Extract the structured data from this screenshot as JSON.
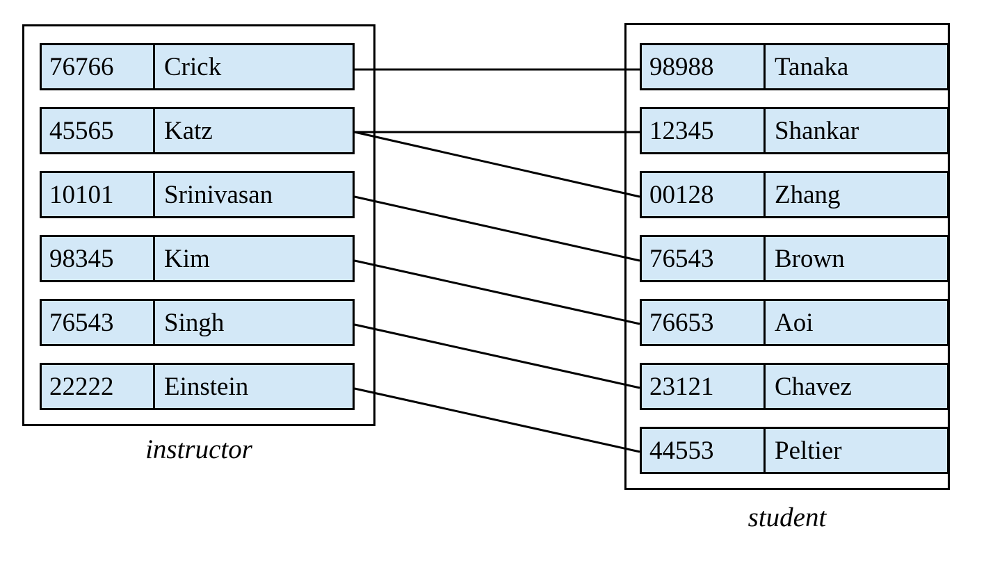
{
  "diagram": {
    "title_left": "instructor",
    "title_right": "student",
    "accent_fill": "#d3e8f7",
    "line_color": "#000000"
  },
  "instructor": {
    "caption": "instructor",
    "rows": [
      {
        "id": "76766",
        "name": "Crick"
      },
      {
        "id": "45565",
        "name": "Katz"
      },
      {
        "id": "10101",
        "name": "Srinivasan"
      },
      {
        "id": "98345",
        "name": "Kim"
      },
      {
        "id": "76543",
        "name": "Singh"
      },
      {
        "id": "22222",
        "name": "Einstein"
      }
    ]
  },
  "student": {
    "caption": "student",
    "rows": [
      {
        "id": "98988",
        "name": "Tanaka"
      },
      {
        "id": "12345",
        "name": "Shankar"
      },
      {
        "id": "00128",
        "name": "Zhang"
      },
      {
        "id": "76543",
        "name": "Brown"
      },
      {
        "id": "76653",
        "name": "Aoi"
      },
      {
        "id": "23121",
        "name": "Chavez"
      },
      {
        "id": "44553",
        "name": "Peltier"
      }
    ]
  },
  "connections": [
    {
      "from": "Crick",
      "to": "Tanaka"
    },
    {
      "from": "Katz",
      "to": "Shankar"
    },
    {
      "from": "Katz",
      "to": "Zhang"
    },
    {
      "from": "Srinivasan",
      "to": "Brown"
    },
    {
      "from": "Kim",
      "to": "Aoi"
    },
    {
      "from": "Singh",
      "to": "Chavez"
    },
    {
      "from": "Einstein",
      "to": "Peltier"
    }
  ]
}
